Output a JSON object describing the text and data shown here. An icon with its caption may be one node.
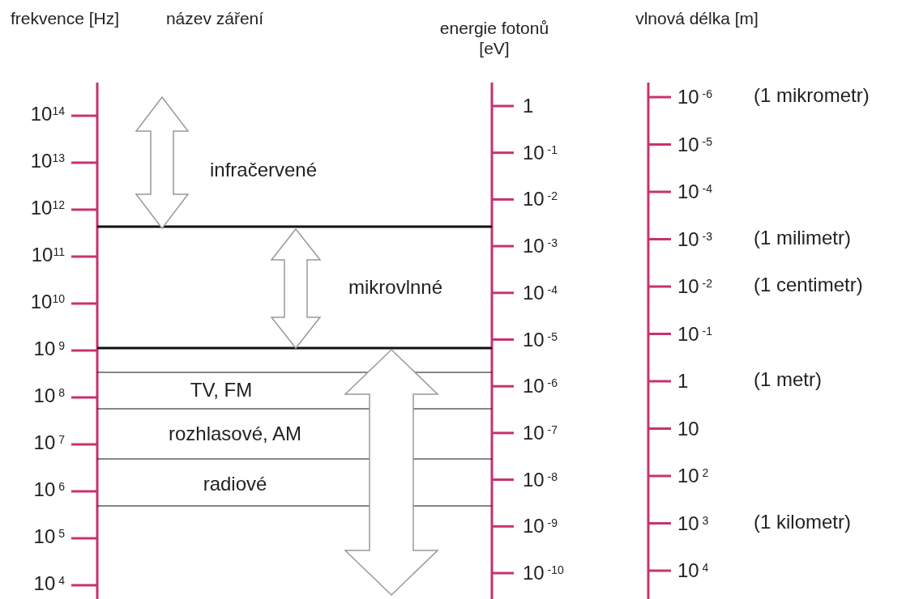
{
  "diagram": {
    "labels": [
      "frekvence [Hz]",
      "název záření",
      "energie fotonů [eV]",
      "vlnová délka [m]",
      "10$^{14}$",
      "10$^{13}$",
      "10$^{12}$",
      "10$^{11}$",
      "10$^{10}$",
      "10$^{ 9}$",
      "10$^{ 8}$",
      "10$^{ 7}$",
      "10$^{ 6}$",
      "10$^{ 5}$",
      "10$^{ 4}$",
      "infračervené",
      "mikrovlnné",
      "TV, FM",
      "rozhlasové, AM",
      "radiové",
      "1",
      "10$^{ -1}$",
      "10$^{ -2}$",
      "10$^{ -3}$",
      "10$^{ -4}$",
      "10$^{ -5}$",
      "10$^{ -6}$",
      "10$^{ -7}$",
      "10$^{ -8}$",
      "10$^{ -9}$",
      "10$^{ -10}$",
      "10$^{ -6}$",
      "10$^{ -5}$",
      "10$^{ -4}$",
      "10$^{ -3}$",
      "10$^{ -2}$",
      "10$^{ -1}$",
      "1",
      "10",
      "10$^{ 2}$",
      "10$^{ 3}$",
      "10$^{ 4}$",
      "(1 mikrometr)",
      "(1 milimetr)",
      "(1 centimetr)",
      "(1 metr)",
      "(1 kilometr)"
    ]
  }
}
